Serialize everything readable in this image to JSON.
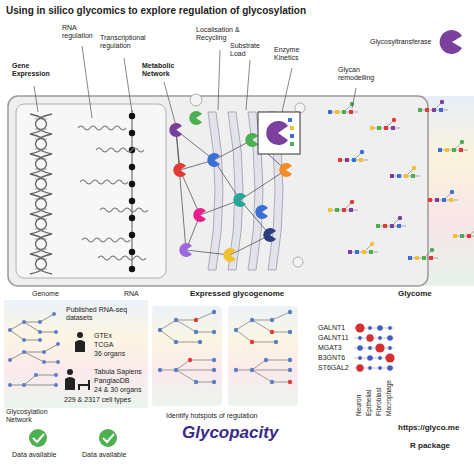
{
  "diagram": {
    "title": "Using in silico glycomics to explore regulation of glycosylation",
    "labels": [
      "Gene Expression",
      "RNA regulation",
      "Transcriptional regulation",
      "Metabolic Network",
      "Localisation & Recycling",
      "Substrate Load",
      "Enzyme Kinetics",
      "Glycan remodelling",
      "Genome",
      "RNA",
      "Expressed glycogenome",
      "Glycome",
      "Published RNA-seq datasets",
      "GTEx",
      "TCGA",
      "36 organs",
      "Tabula Sapiens",
      "PanglaoDB",
      "24 & 30 organs",
      "229 & 2317 cell types",
      "Glycosylation Network",
      "Data available",
      "Data available",
      "Identify hotspots of regulation",
      "Glycopacity",
      "GALNT1",
      "GALNT11",
      "MGAT3",
      "B3GNT6",
      "ST6GAL2",
      "Neuron",
      "Epithelial",
      "Fibroblast",
      "Macrophage",
      "https://glyco.me",
      "R package"
    ],
    "legend": [
      {
        "text": "Glycosyltransferase"
      }
    ]
  }
}
